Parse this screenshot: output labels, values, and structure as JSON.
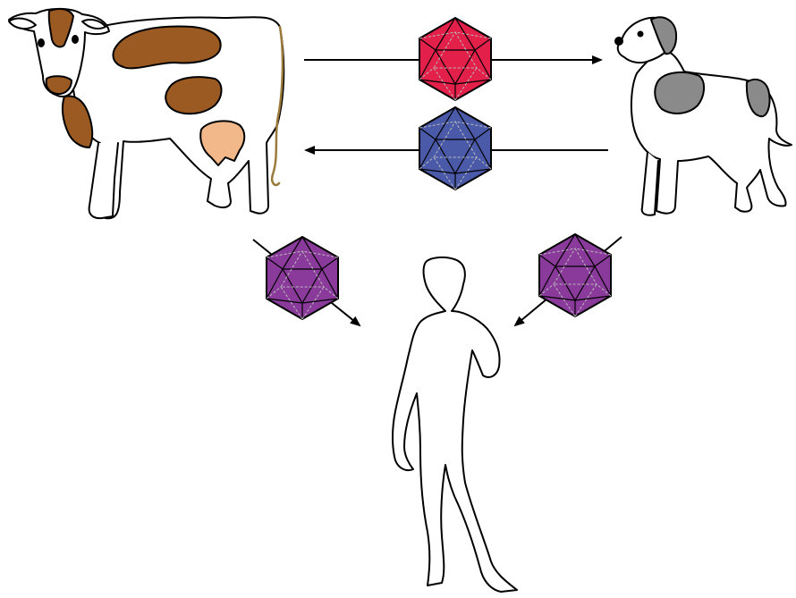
{
  "diagram": {
    "nodes": [
      {
        "id": "cow",
        "kind": "animal-illustration",
        "icon": "cow"
      },
      {
        "id": "dog",
        "kind": "animal-illustration",
        "icon": "dog"
      },
      {
        "id": "human",
        "kind": "human-illustration",
        "icon": "human-figure"
      }
    ],
    "edges": [
      {
        "from": "cow",
        "to": "dog",
        "carrier": "virus-red"
      },
      {
        "from": "dog",
        "to": "cow",
        "carrier": "virus-blue"
      },
      {
        "from": "cow",
        "to": "human",
        "carrier": "virus-purple"
      },
      {
        "from": "dog",
        "to": "human",
        "carrier": "virus-purple"
      }
    ],
    "colors": {
      "virus_red": "#e2204a",
      "virus_blue": "#4a5aa8",
      "virus_purple": "#8a3a9a",
      "cow_spot": "#9a5a22",
      "cow_udder": "#f2b88a",
      "dog_spot": "#8a8a8a",
      "outline": "#000000"
    }
  }
}
